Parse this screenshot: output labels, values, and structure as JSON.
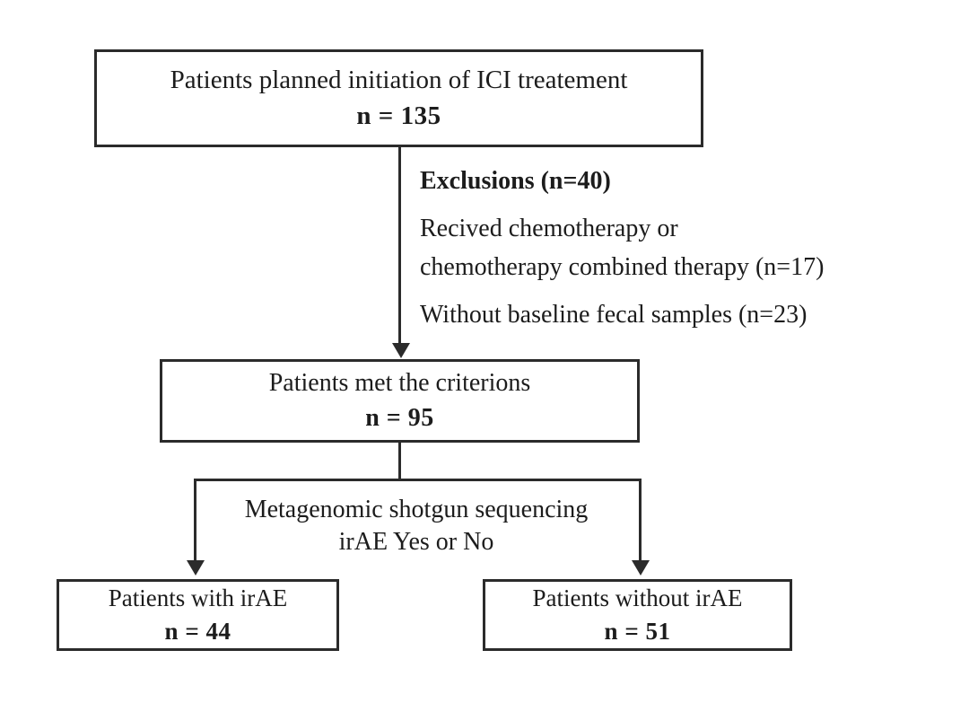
{
  "diagram": {
    "type": "flowchart",
    "kind": "patient-enrollment-consort",
    "nodes": {
      "top": {
        "title": "Patients planned initiation of ICI treatement",
        "count": "n = 135"
      },
      "criteria": {
        "title": "Patients met the criterions",
        "count": "n = 95"
      },
      "irae_yes": {
        "title": "Patients with irAE",
        "count": "n = 44"
      },
      "irae_no": {
        "title": "Patients without irAE",
        "count": "n = 51"
      }
    },
    "exclusions": {
      "heading": "Exclusions (n=40)",
      "reasons": [
        "Recived chemotherapy or",
        "chemotherapy combined therapy (n=17)",
        "Without baseline fecal samples (n=23)"
      ]
    },
    "split_label": {
      "line1": "Metagenomic shotgun sequencing",
      "line2": "irAE Yes or No"
    },
    "colors": {
      "stroke": "#2b2b2b",
      "text": "#1c1c1c",
      "background": "#ffffff"
    }
  }
}
